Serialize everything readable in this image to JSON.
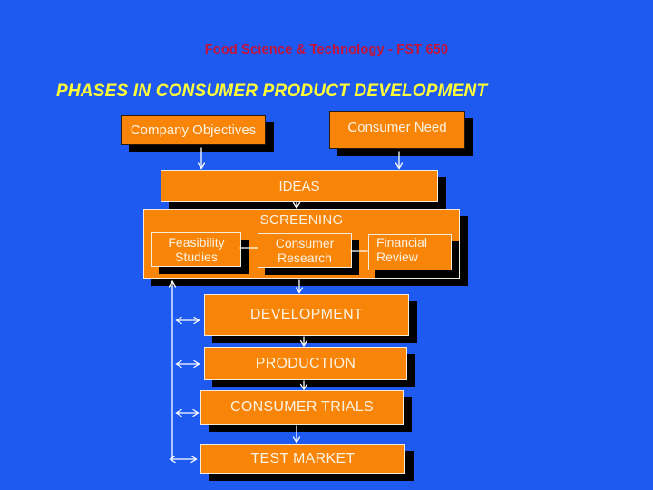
{
  "slide": {
    "course_title": "Food Science & Technology - FST 650",
    "heading": "PHASES IN CONSUMER PRODUCT DEVELOPMENT"
  },
  "colors": {
    "background": "#1E5AF0",
    "box_fill": "#F98508",
    "box_text": "#FBF2E2",
    "box_shadow": "#000000",
    "title_red": "#C41339",
    "heading_yellow": "#FFFF38",
    "connector_white": "#FFFFFF"
  },
  "diagram": {
    "nodes": {
      "company_objectives": {
        "label": "Company Objectives"
      },
      "consumer_need": {
        "label": "Consumer Need"
      },
      "ideas": {
        "label": "IDEAS"
      },
      "screening": {
        "label": "SCREENING"
      },
      "feasibility_studies": {
        "line1": "Feasibility",
        "line2": "Studies"
      },
      "consumer_research": {
        "line1": "Consumer",
        "line2": "Research"
      },
      "financial_review": {
        "line1": "Financial",
        "line2": "Review"
      },
      "development": {
        "label": "DEVELOPMENT"
      },
      "production": {
        "label": "PRODUCTION"
      },
      "consumer_trials": {
        "label": "CONSUMER TRIALS"
      },
      "test_market": {
        "label": "TEST MARKET"
      }
    },
    "edges": [
      {
        "from": "company_objectives",
        "to": "ideas",
        "type": "arrow-down"
      },
      {
        "from": "consumer_need",
        "to": "ideas",
        "type": "arrow-down"
      },
      {
        "from": "ideas",
        "to": "screening",
        "type": "arrow-down"
      },
      {
        "from": "feasibility_studies",
        "to": "consumer_research",
        "type": "line"
      },
      {
        "from": "consumer_research",
        "to": "financial_review",
        "type": "line"
      },
      {
        "from": "screening",
        "to": "development",
        "type": "arrow-down"
      },
      {
        "from": "development",
        "to": "production",
        "type": "arrow-down"
      },
      {
        "from": "production",
        "to": "consumer_trials",
        "type": "arrow-down"
      },
      {
        "from": "consumer_trials",
        "to": "test_market",
        "type": "arrow-down"
      },
      {
        "from": "feedback_line",
        "to": "screening",
        "type": "arrow-up"
      },
      {
        "from": "feedback_line",
        "to": "development",
        "type": "double-arrow"
      },
      {
        "from": "feedback_line",
        "to": "production",
        "type": "double-arrow"
      },
      {
        "from": "feedback_line",
        "to": "consumer_trials",
        "type": "double-arrow"
      },
      {
        "from": "feedback_line",
        "to": "test_market",
        "type": "double-arrow"
      }
    ]
  }
}
